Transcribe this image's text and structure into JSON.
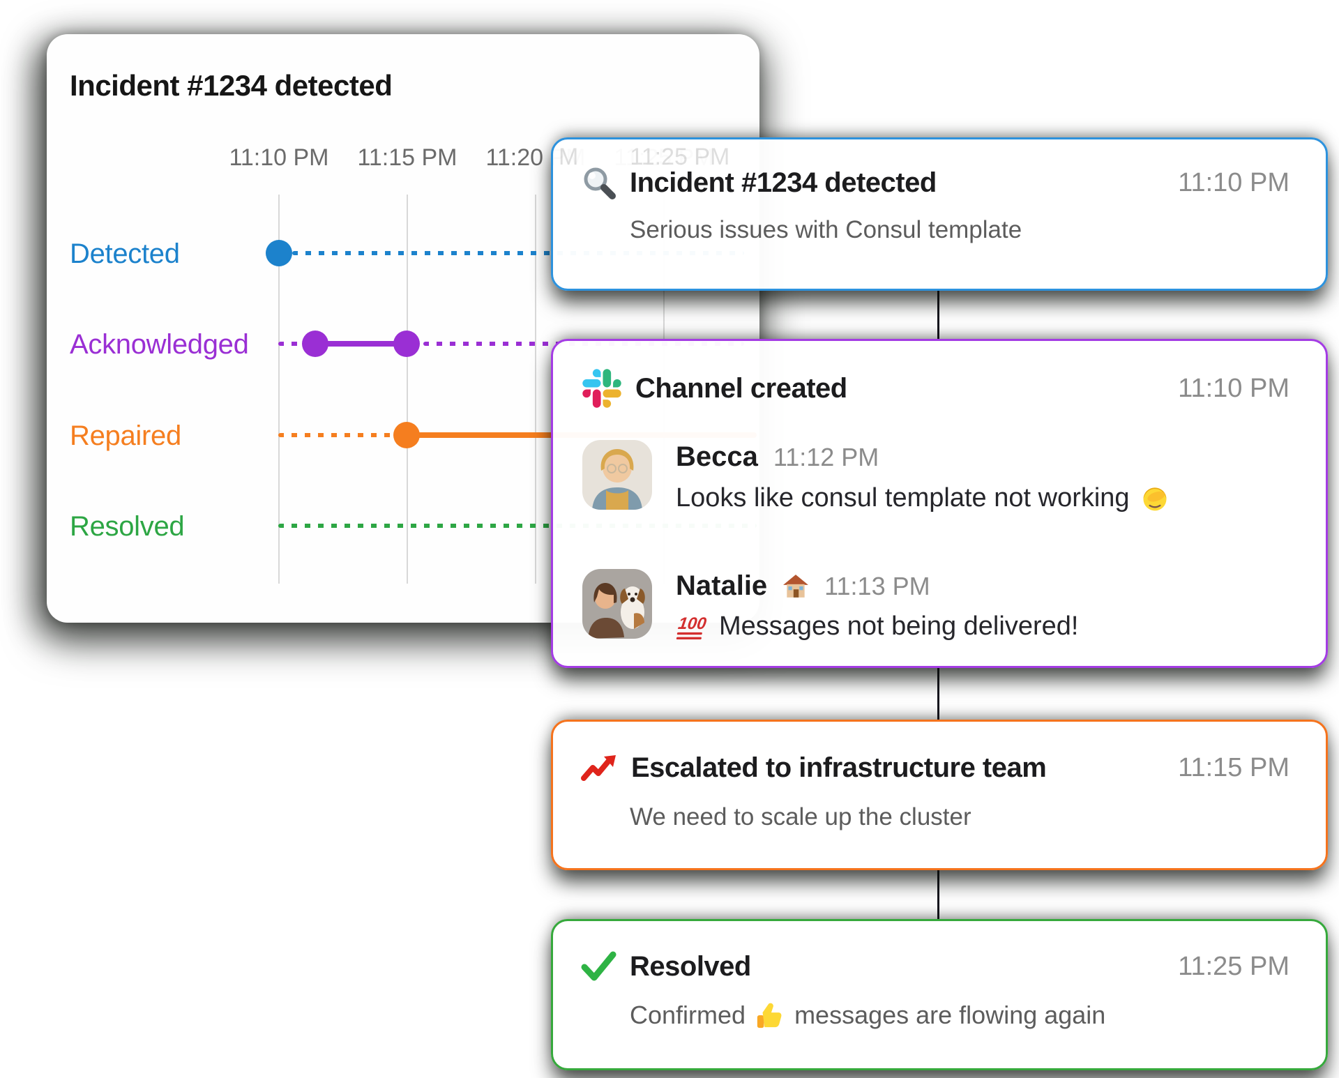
{
  "timeline_card": {
    "title": "Incident #1234 detected",
    "axis_ticks": [
      "11:10 PM",
      "11:15 PM",
      "11:20 PM",
      "11:25 PM"
    ],
    "ghost_fragment": "M",
    "ghost_tick": "11:25 PM",
    "rows": [
      {
        "label": "Detected",
        "color": "#1c82cc"
      },
      {
        "label": "Acknowledged",
        "color": "#9a2fd4"
      },
      {
        "label": "Repaired",
        "color": "#f57e1f"
      },
      {
        "label": "Resolved",
        "color": "#2da644"
      }
    ]
  },
  "chart_data": {
    "type": "timeline",
    "title": "Incident #1234 detected",
    "x_ticks": [
      "11:10 PM",
      "11:15 PM",
      "11:20 PM",
      "11:25 PM"
    ],
    "categories": [
      "Detected",
      "Acknowledged",
      "Repaired",
      "Resolved"
    ],
    "events": [
      {
        "status": "Detected",
        "marker_at": "11:10 PM",
        "line": "dotted after 11:10 PM"
      },
      {
        "status": "Acknowledged",
        "span_start": "11:11 PM",
        "span_end": "11:15 PM",
        "line": "dotted before and after solid span"
      },
      {
        "status": "Repaired",
        "marker_at": "11:15 PM",
        "line": "dotted before, solid after"
      },
      {
        "status": "Resolved",
        "line": "dotted across"
      }
    ],
    "grid": true,
    "legend_position": "left-row-labels"
  },
  "icons": {
    "hundred_label": "100"
  },
  "cards": [
    {
      "icon": "magnifier-icon",
      "accent": "#2d92dd",
      "title": "Incident #1234 detected",
      "time": "11:10 PM",
      "body": "Serious issues with Consul template"
    },
    {
      "icon": "slack-icon",
      "accent": "#a43ce4",
      "title": "Channel created",
      "time": "11:10 PM",
      "messages": [
        {
          "name": "Becca",
          "time": "11:12 PM",
          "text": "Looks like consul template not working",
          "trailing_emoji": "woman-facepalming-emoji"
        },
        {
          "name": "Natalie",
          "name_emoji": "house-emoji",
          "time": "11:13 PM",
          "leading_emoji": "hundred-points-emoji",
          "text": "Messages not being delivered!"
        }
      ]
    },
    {
      "icon": "trend-up-icon",
      "accent": "#f5731d",
      "title": "Escalated to infrastructure team",
      "time": "11:15 PM",
      "body": "We need to scale up the cluster"
    },
    {
      "icon": "check-icon",
      "accent": "#36a93c",
      "title": "Resolved",
      "time": "11:25 PM",
      "body_prefix": "Confirmed",
      "body_emoji": "thumbs-up-emoji",
      "body_suffix": "messages are flowing again"
    }
  ]
}
